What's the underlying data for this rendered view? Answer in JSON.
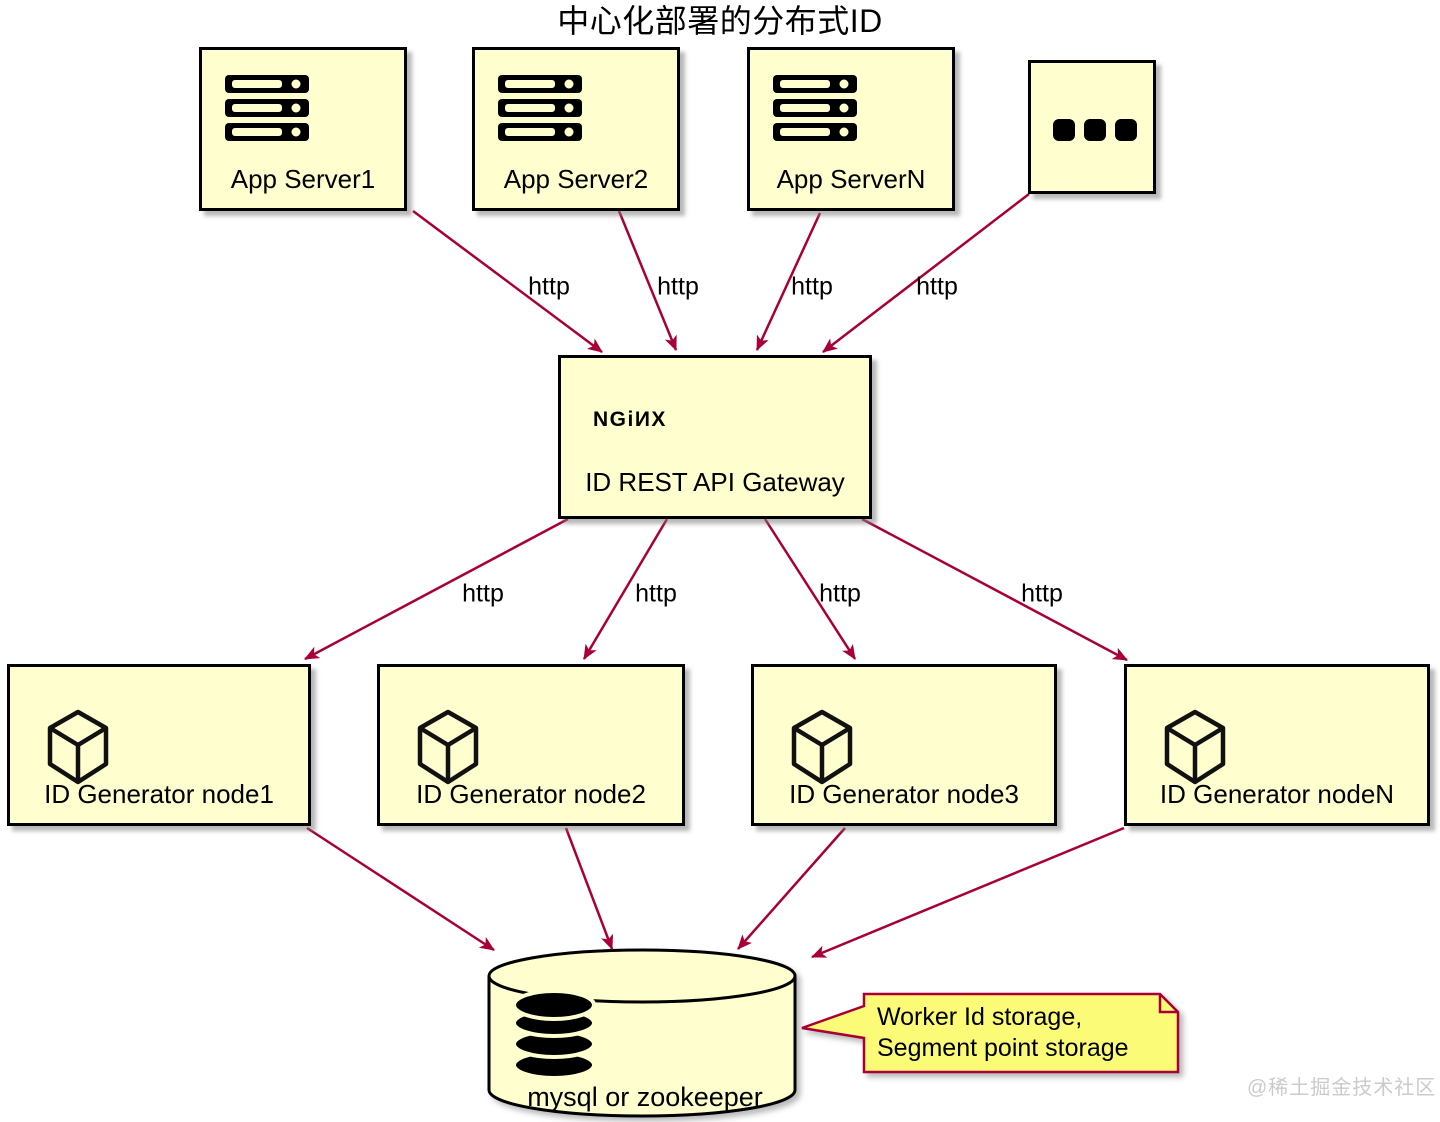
{
  "title": "中心化部署的分布式ID",
  "watermark": "@稀土掘金技术社区",
  "app_servers": [
    {
      "label": "App Server1"
    },
    {
      "label": "App Server2"
    },
    {
      "label": "App ServerN"
    }
  ],
  "gateway": {
    "logo": "NGiИX",
    "label": "ID REST API Gateway"
  },
  "generators": [
    {
      "label": "ID Generator node1"
    },
    {
      "label": "ID Generator node2"
    },
    {
      "label": "ID Generator node3"
    },
    {
      "label": "ID Generator nodeN"
    }
  ],
  "database": {
    "label": "mysql or zookeeper"
  },
  "note": {
    "lines": [
      "Worker Id storage,",
      "Segment point storage"
    ]
  },
  "edges": {
    "labels": [
      "http",
      "http",
      "http",
      "http",
      "http",
      "http",
      "http",
      "http"
    ]
  },
  "colors": {
    "box_fill": "#FEFECE",
    "arrow": "#A80036",
    "note_fill": "#FBFB77",
    "note_border": "#A80036",
    "watermark": "#CBCBCB"
  }
}
